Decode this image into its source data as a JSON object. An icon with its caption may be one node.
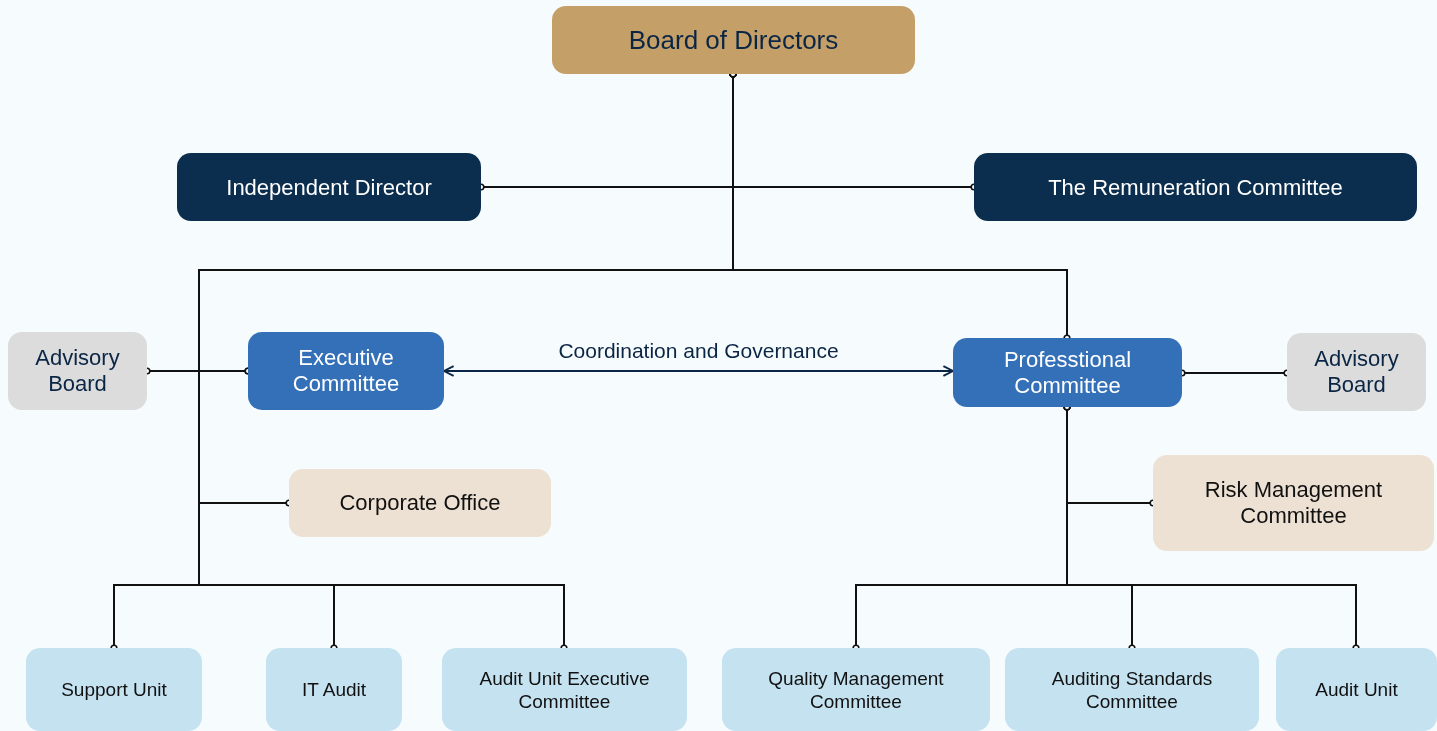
{
  "diagram": {
    "nodes": [
      {
        "text": [
          "Board of Directors"
        ]
      },
      {
        "text": [
          "Independent Director"
        ]
      },
      {
        "text": [
          "The Remuneration Committee"
        ]
      },
      {
        "text": [
          "Advisory Board"
        ]
      },
      {
        "text": [
          "Executive Committee"
        ]
      },
      {
        "text": [
          "Professtional Committee"
        ]
      },
      {
        "text": [
          "Advisory Board"
        ]
      },
      {
        "text": [
          "Corporate Office"
        ]
      },
      {
        "text": [
          "Risk Management Committee"
        ]
      },
      {
        "text": [
          "Support Unit"
        ]
      },
      {
        "text": [
          "IT Audit"
        ]
      },
      {
        "text": [
          "Audit Unit Executive Committee"
        ]
      },
      {
        "text": [
          "Quality Management Committee"
        ]
      },
      {
        "text": [
          "Auditing Standards Committee"
        ]
      },
      {
        "text": [
          "Audit Unit"
        ]
      }
    ],
    "edges": [
      {
        "from": 0,
        "to": 1,
        "arrow": "other"
      },
      {
        "from": 0,
        "to": 2,
        "arrow": "other"
      },
      {
        "from": 0,
        "to": 4,
        "arrow": "other"
      },
      {
        "from": 0,
        "to": 5,
        "arrow": "other"
      },
      {
        "from": 0,
        "to": 7,
        "arrow": "other"
      },
      {
        "from": 0,
        "to": 9,
        "arrow": "other"
      },
      {
        "from": 0,
        "to": 10,
        "arrow": "other"
      },
      {
        "from": 0,
        "to": 11,
        "arrow": "other"
      },
      {
        "from": 3,
        "to": 4,
        "arrow": "other"
      },
      {
        "from": 4,
        "to": 5,
        "arrow": "both",
        "label": "Coordination and Governance"
      },
      {
        "from": 5,
        "to": 6,
        "arrow": "other"
      },
      {
        "from": 5,
        "to": 8,
        "arrow": "other"
      },
      {
        "from": 5,
        "to": 12,
        "arrow": "other"
      },
      {
        "from": 5,
        "to": 13,
        "arrow": "other"
      },
      {
        "from": 5,
        "to": 14,
        "arrow": "other"
      }
    ]
  }
}
